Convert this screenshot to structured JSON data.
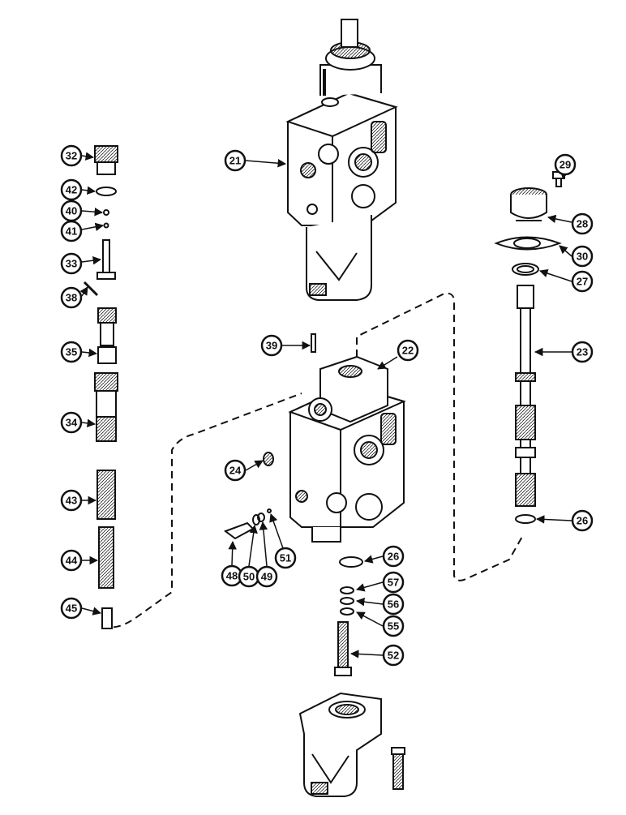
{
  "callouts": [
    {
      "id": "c32",
      "label": "32"
    },
    {
      "id": "c42",
      "label": "42"
    },
    {
      "id": "c40",
      "label": "40"
    },
    {
      "id": "c41",
      "label": "41"
    },
    {
      "id": "c33",
      "label": "33"
    },
    {
      "id": "c38",
      "label": "38"
    },
    {
      "id": "c35",
      "label": "35"
    },
    {
      "id": "c34",
      "label": "34"
    },
    {
      "id": "c43",
      "label": "43"
    },
    {
      "id": "c44",
      "label": "44"
    },
    {
      "id": "c45",
      "label": "45"
    },
    {
      "id": "c21",
      "label": "21"
    },
    {
      "id": "c39",
      "label": "39"
    },
    {
      "id": "c22",
      "label": "22"
    },
    {
      "id": "c24",
      "label": "24"
    },
    {
      "id": "c48",
      "label": "48"
    },
    {
      "id": "c50",
      "label": "50"
    },
    {
      "id": "c49",
      "label": "49"
    },
    {
      "id": "c51",
      "label": "51"
    },
    {
      "id": "c26a",
      "label": "26"
    },
    {
      "id": "c57",
      "label": "57"
    },
    {
      "id": "c56",
      "label": "56"
    },
    {
      "id": "c55",
      "label": "55"
    },
    {
      "id": "c52",
      "label": "52"
    },
    {
      "id": "c29",
      "label": "29"
    },
    {
      "id": "c28",
      "label": "28"
    },
    {
      "id": "c30",
      "label": "30"
    },
    {
      "id": "c27",
      "label": "27"
    },
    {
      "id": "c23",
      "label": "23"
    },
    {
      "id": "c26b",
      "label": "26"
    }
  ]
}
